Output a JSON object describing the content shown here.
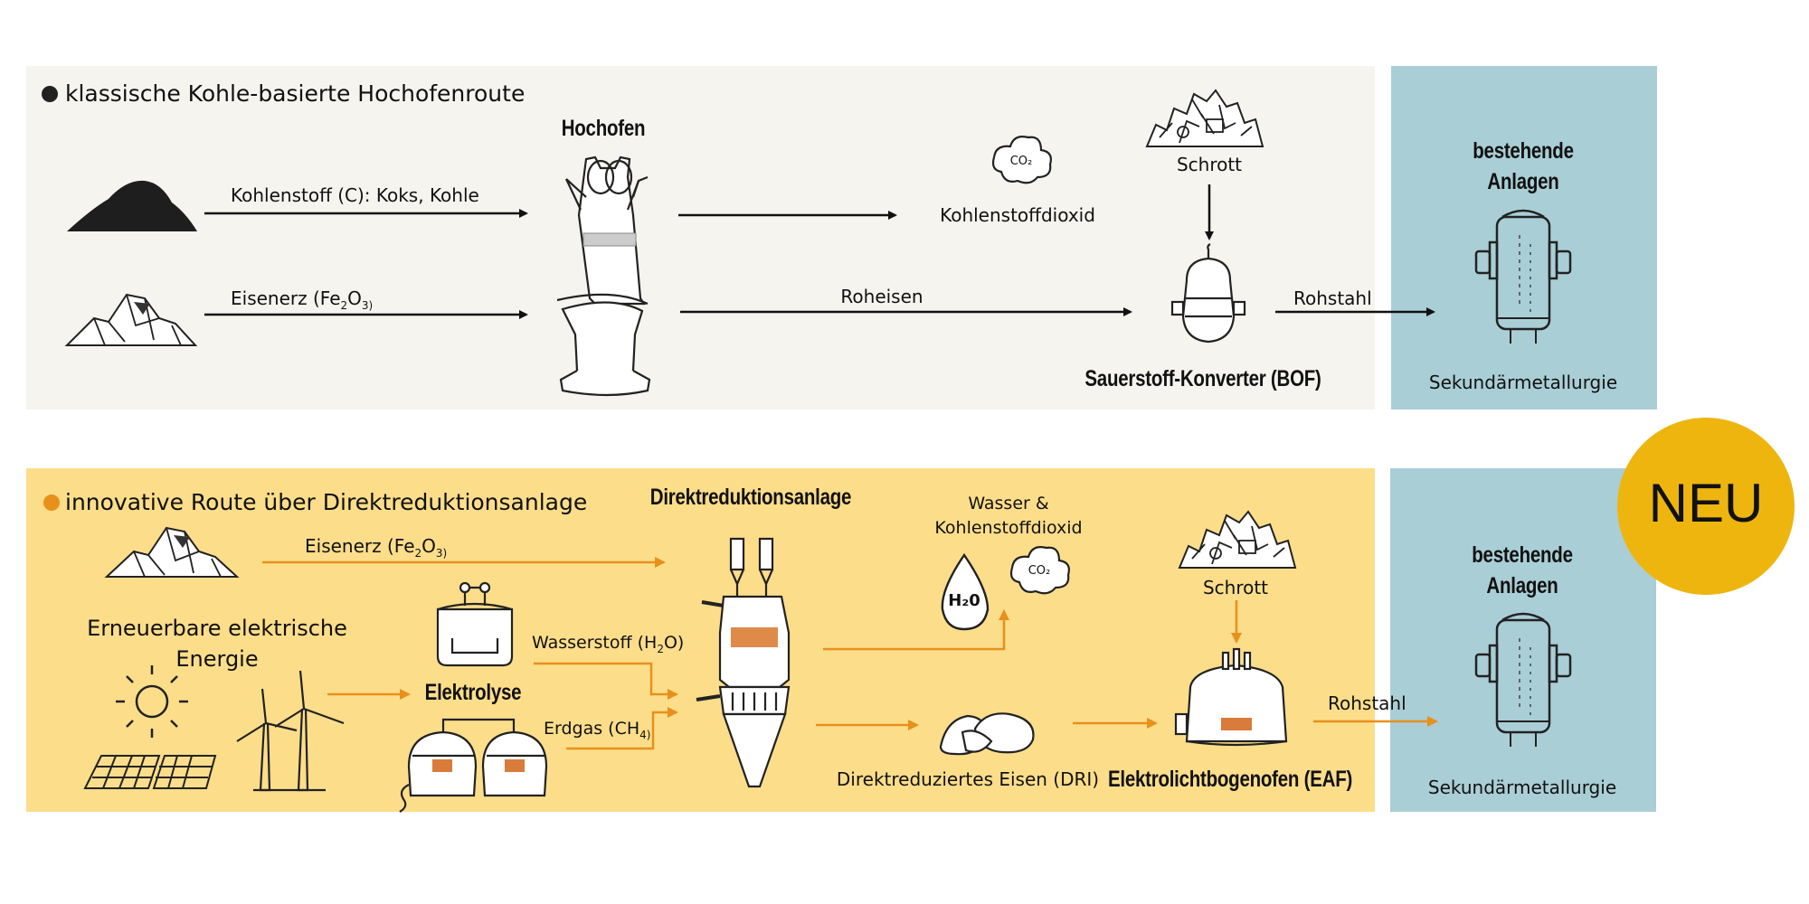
{
  "colors": {
    "top_bg": "#f5f4ef",
    "bottom_bg": "#fcdd8a",
    "blue_box": "#a9ced6",
    "accent_orange": "#e8901c",
    "neu_circle": "#eeb50f",
    "arrow_black": "#111111"
  },
  "top": {
    "title": "klassische Kohle-basierte Hochofenroute",
    "furnace": "Hochofen",
    "input1": "Kohlenstoff (C): Koks, Kohle",
    "input2_main": "Eisenerz (Fe",
    "input2_sub1": "2",
    "input2_mid": "O",
    "input2_sub2": "3)",
    "co2_icon_text": "CO₂",
    "co2_label": "Kohlenstoffdioxid",
    "pig_iron": "Roheisen",
    "scrap": "Schrott",
    "converter": "Sauerstoff-Konverter (BOF)",
    "crude_steel": "Rohstahl",
    "existing": "bestehende Anlagen",
    "secondary": "Sekundärmetallurgie"
  },
  "bottom": {
    "title": "innovative Route über Direktreduktionsanlage",
    "ore_main": "Eisenerz (Fe",
    "ore_sub1": "2",
    "ore_mid": "O",
    "ore_sub2": "3)",
    "renewable": "Erneuerbare elektrische Energie",
    "electrolysis": "Elektrolyse",
    "hydrogen_main": "Wasserstoff (H",
    "hydrogen_sub": "2",
    "hydrogen_end": "O)",
    "gas_main": "Erdgas (CH",
    "gas_sub": "4)",
    "plant": "Direktreduktionsanlage",
    "water_co2": "Wasser & Kohlenstoffdioxid",
    "h2o_icon_text": "H₂0",
    "co2_icon_text": "CO₂",
    "dri": "Direktreduziertes Eisen (DRI)",
    "scrap": "Schrott",
    "eaf": "Elektrolichtbogenofen (EAF)",
    "crude_steel": "Rohstahl",
    "existing": "bestehende Anlagen",
    "secondary": "Sekundärmetallurgie"
  },
  "badge": "NEU"
}
